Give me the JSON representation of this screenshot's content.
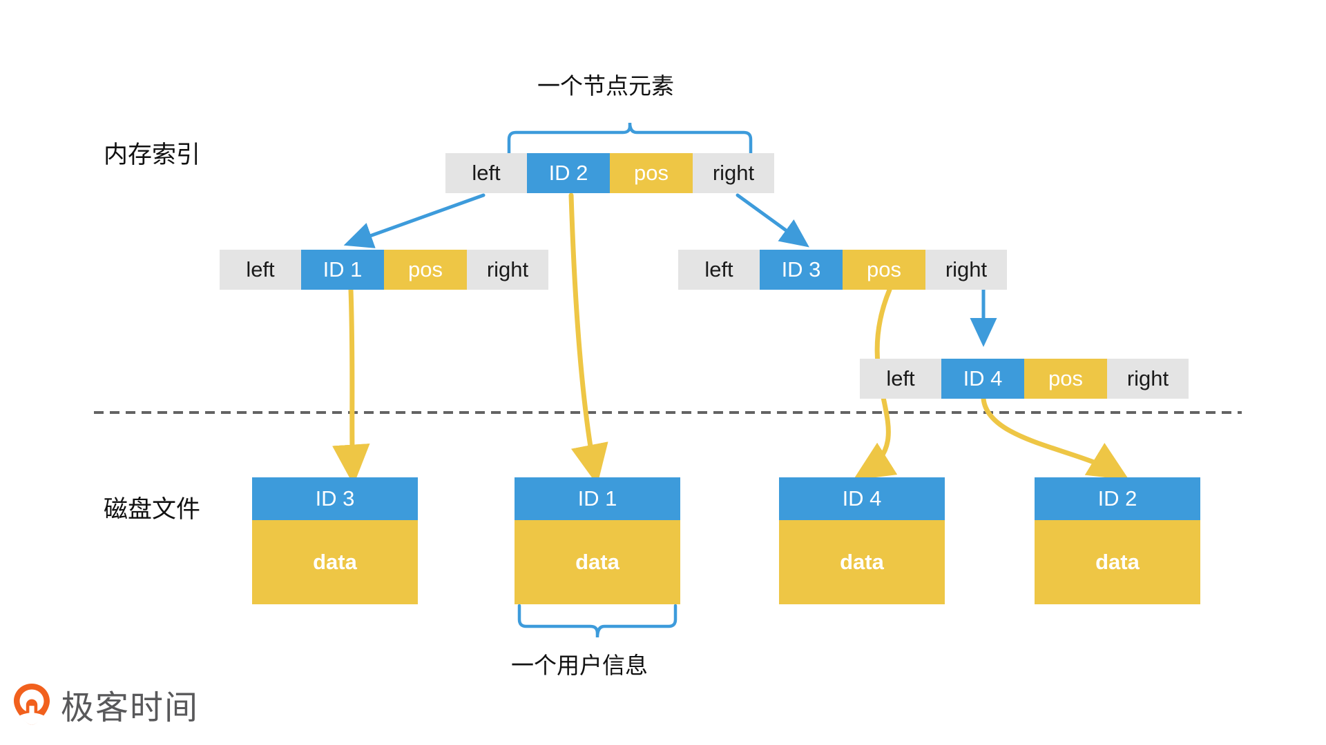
{
  "palette": {
    "blue": "#3d9bdb",
    "yellow": "#eec645",
    "gray": "#e4e4e4",
    "dash": "#636363",
    "text": "#111111",
    "brand_orange": "#f1601d",
    "brand_gray": "#58585a",
    "background": "#ffffff"
  },
  "captions": {
    "node_element": "一个节点元素",
    "user_record": "一个用户信息"
  },
  "sections": {
    "memory_index": "内存索引",
    "disk_file": "磁盘文件"
  },
  "cell_labels": {
    "left": "left",
    "right": "right",
    "pos": "pos"
  },
  "index_nodes": [
    {
      "key": "root",
      "left": "left",
      "id": "ID 2",
      "pos": "pos",
      "right": "right"
    },
    {
      "key": "left1",
      "left": "left",
      "id": "ID 1",
      "pos": "pos",
      "right": "right"
    },
    {
      "key": "right3",
      "left": "left",
      "id": "ID 3",
      "pos": "pos",
      "right": "right"
    },
    {
      "key": "leaf4",
      "left": "left",
      "id": "ID 4",
      "pos": "pos",
      "right": "right"
    }
  ],
  "disk_blocks": [
    {
      "id": "ID 3",
      "data": "data"
    },
    {
      "id": "ID 1",
      "data": "data"
    },
    {
      "id": "ID 4",
      "data": "data"
    },
    {
      "id": "ID 2",
      "data": "data"
    }
  ],
  "brand": {
    "name": "极客时间",
    "icon": "location-pin-icon"
  }
}
